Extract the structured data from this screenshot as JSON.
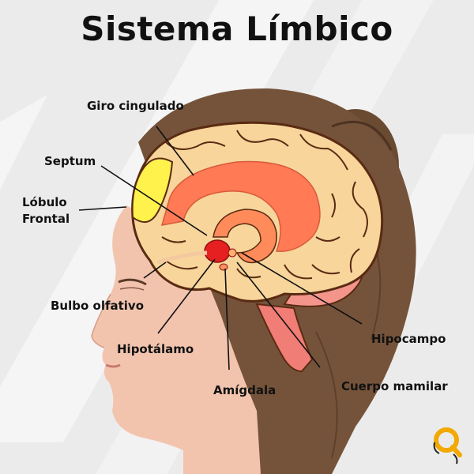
{
  "title": "Sistema Límbico",
  "labels": {
    "giro_cingulado": "Giro cingulado",
    "septum": "Septum",
    "lobulo_frontal": [
      "Lóbulo",
      "Frontal"
    ],
    "bulbo_olfativo": "Bulbo olfativo",
    "hipotalamo": "Hipotálamo",
    "amigdala": "Amígdala",
    "hipocampo": "Hipocampo",
    "cuerpo_mamilar": "Cuerpo mamilar"
  },
  "colors": {
    "brain": "#f7d59b",
    "brain_outline": "#5a2b12",
    "frontal_lobe": "#fff24d",
    "limbic_band": "#ff7a55",
    "hypothalamus": "#e62020",
    "cerebellum": "#f5928a",
    "hair": "#6b4a33",
    "skin": "#f3c5b0"
  },
  "logo_icon": "lightbulb-logo-icon"
}
